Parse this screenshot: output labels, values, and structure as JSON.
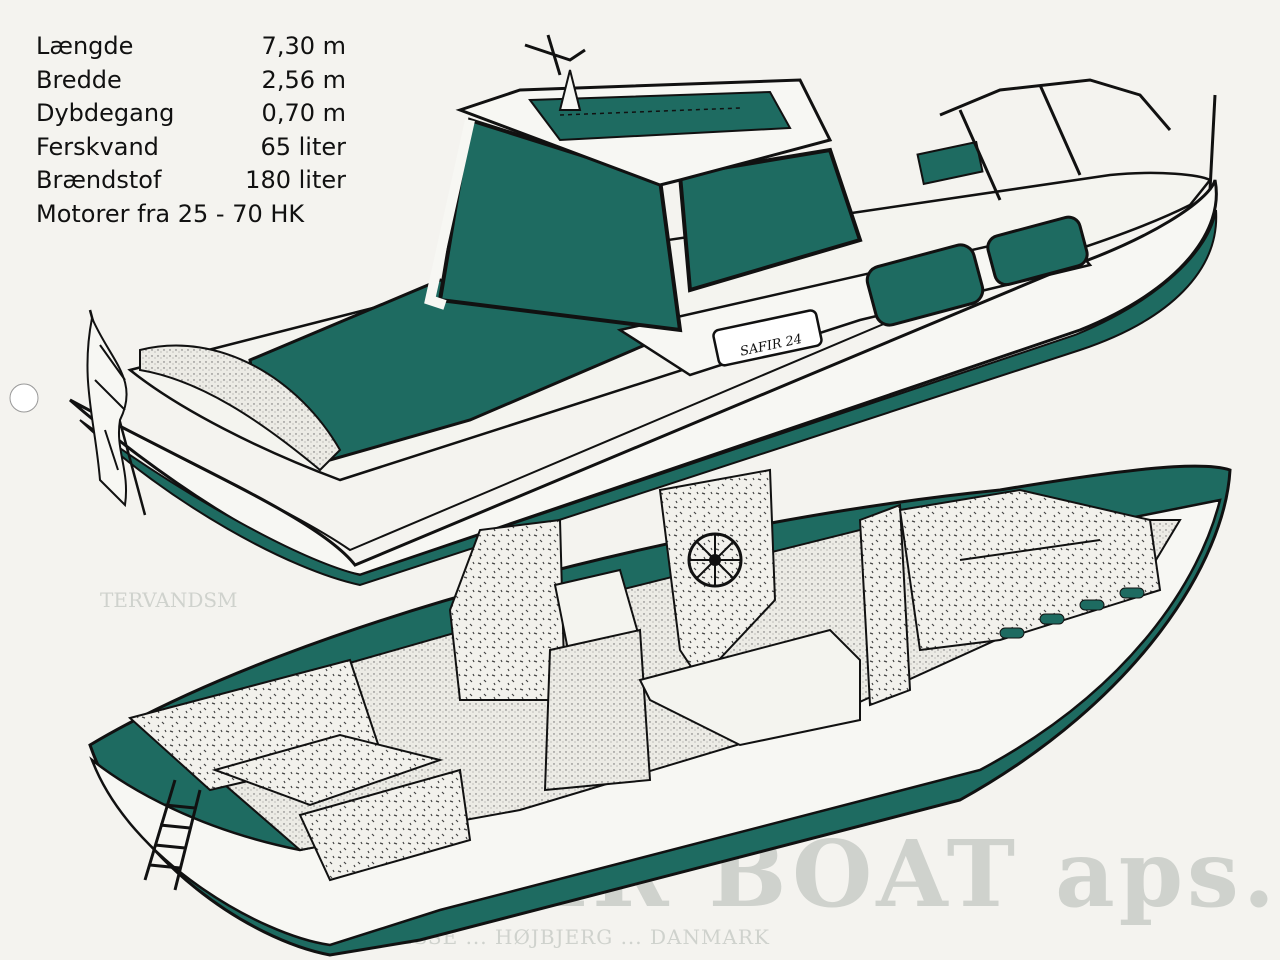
{
  "specs": [
    {
      "label": "Længde",
      "value": "7,30 m"
    },
    {
      "label": "Bredde",
      "value": "2,56 m"
    },
    {
      "label": "Dybdegang",
      "value": "0,70 m"
    },
    {
      "label": "Ferskvand",
      "value": "65 liter"
    },
    {
      "label": "Brændstof",
      "value": "180 liter"
    }
  ],
  "motor_line": "Motorer fra 25 - 70 HK",
  "hull_name_text": "SAFIR 24",
  "bleed_through": {
    "title": "SAFIR BOAT aps.",
    "left_note": "TERVANDSM",
    "address": "... ADRESSE ... HØJBJERG ... DANMARK"
  },
  "colors": {
    "teal": "#1e6b61",
    "ink": "#111111",
    "paper": "#f4f3ef",
    "hull": "#f7f7f3"
  },
  "icons": {
    "flag": "pennant-flag-icon",
    "radar": "radar-mast-icon",
    "wheel": "steering-wheel-icon"
  }
}
